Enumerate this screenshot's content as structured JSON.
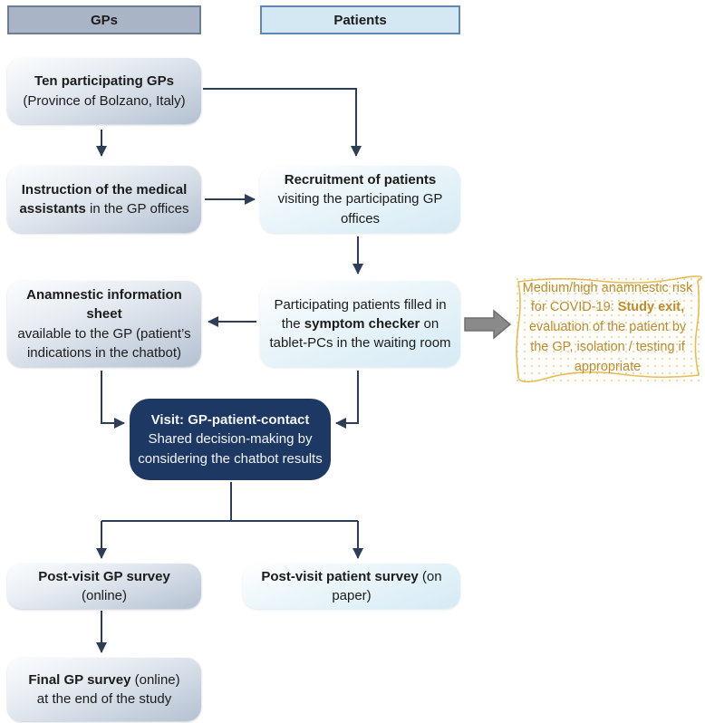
{
  "columns": {
    "gp_header": "GPs",
    "patients_header": "Patients"
  },
  "boxes": {
    "ten_gps": {
      "bold": "Ten participating GPs",
      "rest": "\n(Province of Bolzano, Italy)"
    },
    "instruction": {
      "bold": "Instruction of the medical assistants",
      "rest": " in the GP offices"
    },
    "recruitment": {
      "bold": "Recruitment of patients",
      "rest": " visiting the participating GP offices"
    },
    "anamnestic_sheet": {
      "bold": "Anamnestic information sheet",
      "rest": "\navailable to the GP (patient’s indications in the chatbot)"
    },
    "symptom_checker": {
      "pre": "Participating patients filled in the ",
      "bold": "symptom checker",
      "post": " on tablet-PCs in the waiting room"
    },
    "visit": {
      "bold": "Visit: GP-patient-contact",
      "rest": "\nShared decision-making by considering the chatbot results"
    },
    "post_visit_gp": {
      "bold": "Post-visit GP survey",
      "rest": " (online)"
    },
    "post_visit_patient": {
      "bold": "Post-visit patient survey",
      "rest": " (on paper)"
    },
    "final_gp": {
      "bold": "Final GP survey",
      "rest": " (online)\nat the end of the study"
    }
  },
  "exit_note": {
    "pre": "Medium/high anamnestic risk for COVID-19: ",
    "bold": "Study exit,",
    "post": " evaluation of the patient by the GP, isolation / testing if appropriate"
  },
  "colors": {
    "gp_header_fill": "#a9b5c7",
    "gp_header_border": "#6e7e96",
    "patients_header_fill": "#d3e8f3",
    "patients_header_border": "#6189ad",
    "gp_box_gradient_end": "#b4c1d2",
    "patient_box_gradient_end": "#d5eaf4",
    "visit_box_fill": "#1e3864",
    "arrow": "#2f3e58",
    "block_arrow_fill": "#8a8a8a",
    "note_text": "#bf8b28",
    "note_border": "#e6bc55"
  }
}
